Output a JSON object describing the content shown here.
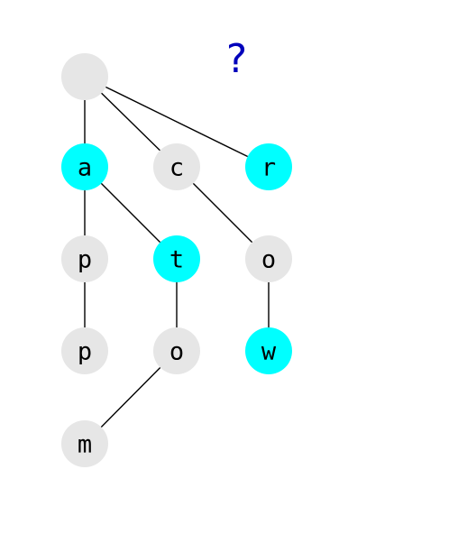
{
  "question_mark": "?",
  "colors": {
    "highlight_node": "#00ffff",
    "plain_node": "#e6e6e6",
    "edge": "#000000",
    "label": "#000000",
    "question_mark": "#0000bb"
  },
  "trie": {
    "root": {
      "label": "",
      "highlighted": false
    },
    "nodes": [
      {
        "id": "a",
        "label": "a",
        "parent": "root",
        "highlighted": true
      },
      {
        "id": "c",
        "label": "c",
        "parent": "root",
        "highlighted": false
      },
      {
        "id": "r",
        "label": "r",
        "parent": "root",
        "highlighted": true
      },
      {
        "id": "ap",
        "label": "p",
        "parent": "a",
        "highlighted": false
      },
      {
        "id": "at",
        "label": "t",
        "parent": "a",
        "highlighted": true
      },
      {
        "id": "co",
        "label": "o",
        "parent": "c",
        "highlighted": false
      },
      {
        "id": "app",
        "label": "p",
        "parent": "ap",
        "highlighted": false
      },
      {
        "id": "ato",
        "label": "o",
        "parent": "at",
        "highlighted": false
      },
      {
        "id": "cow",
        "label": "w",
        "parent": "co",
        "highlighted": true
      },
      {
        "id": "atom",
        "label": "m",
        "parent": "ato",
        "highlighted": false
      }
    ]
  }
}
